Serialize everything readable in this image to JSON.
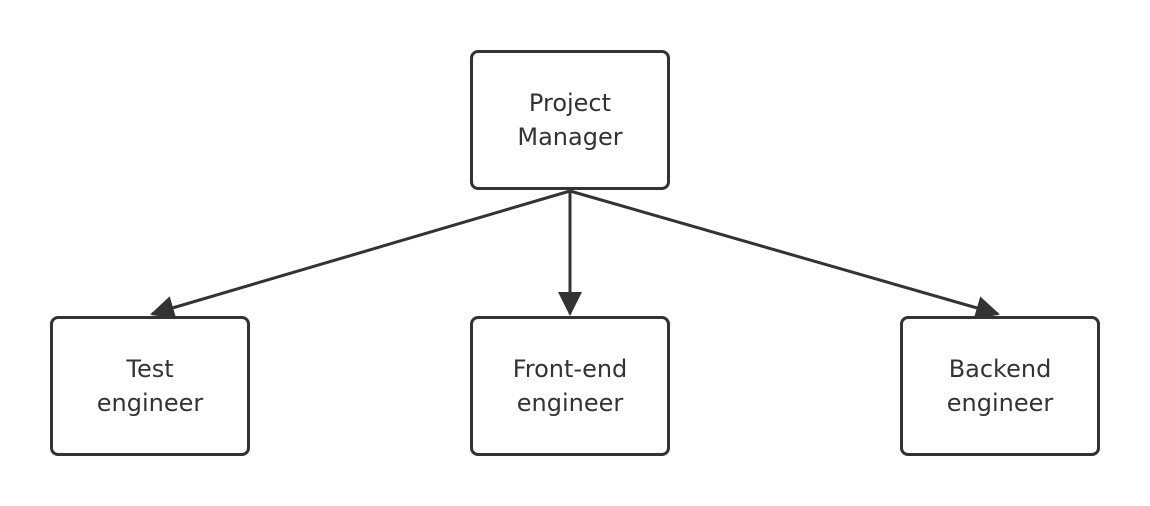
{
  "diagram": {
    "type": "hierarchy",
    "colors": {
      "stroke": "#333333",
      "text": "#333333",
      "background": "#ffffff"
    },
    "nodes": [
      {
        "id": "pm",
        "lines": [
          "Project",
          "Manager"
        ]
      },
      {
        "id": "test",
        "lines": [
          "Test",
          "engineer"
        ]
      },
      {
        "id": "front",
        "lines": [
          "Front-end",
          "engineer"
        ]
      },
      {
        "id": "back",
        "lines": [
          "Backend",
          "engineer"
        ]
      }
    ],
    "edges": [
      {
        "from": "pm",
        "to": "test"
      },
      {
        "from": "pm",
        "to": "front"
      },
      {
        "from": "pm",
        "to": "back"
      }
    ]
  }
}
